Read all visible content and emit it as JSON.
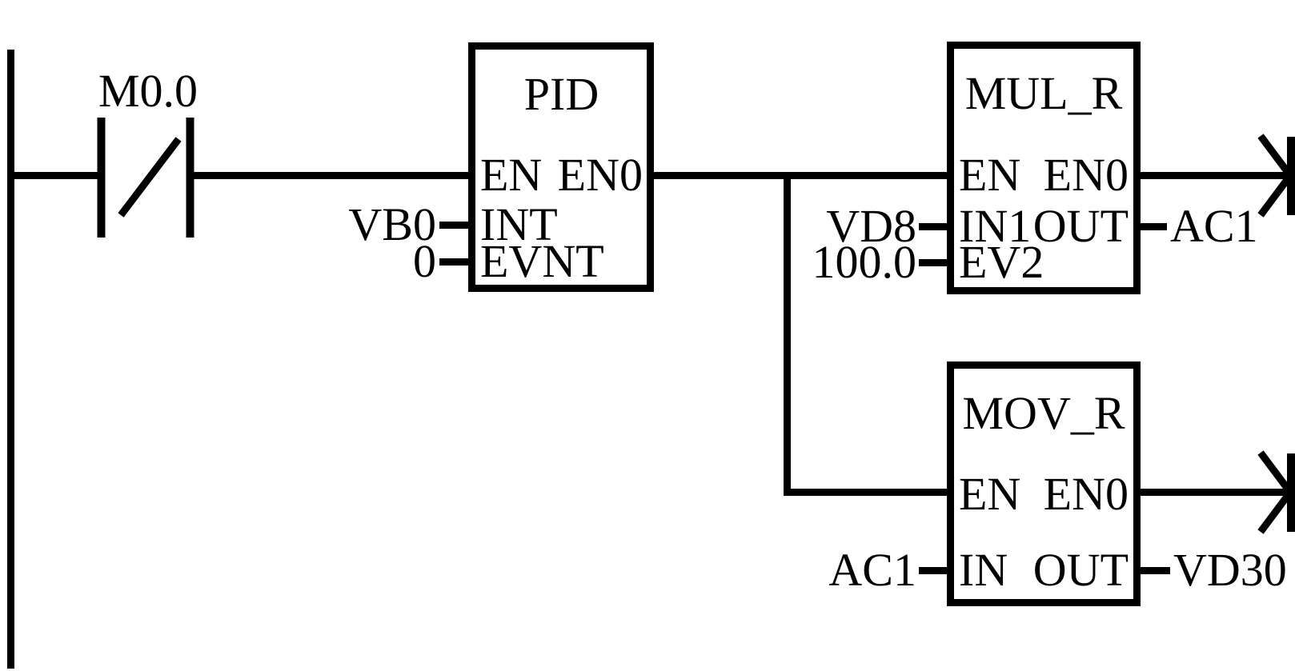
{
  "figure": {
    "type": "plc-ladder-logic-network",
    "colors": {
      "line": "#000000",
      "background": "#ffffff"
    },
    "contact": {
      "operand": "M0.0",
      "kind": "normally-closed-contact"
    },
    "pid": {
      "title": "PID",
      "pin_en": "EN",
      "pin_en0": "EN0",
      "pin_int": "INT",
      "pin_evnt": "EVNT",
      "int_operand": "VB0",
      "evnt_operand": "0"
    },
    "mul": {
      "title": "MUL_R",
      "pin_en": "EN",
      "pin_en0": "EN0",
      "pin_in1": "IN1",
      "pin_out": "OUT",
      "pin_ev2": "EV2",
      "in1_operand": "VD8",
      "ev2_operand": "100.0",
      "out_operand": "AC1"
    },
    "mov": {
      "title": "MOV_R",
      "pin_en": "EN",
      "pin_en0": "EN0",
      "pin_in": "IN",
      "pin_out": "OUT",
      "in_operand": "AC1",
      "out_operand": "VD30"
    }
  }
}
